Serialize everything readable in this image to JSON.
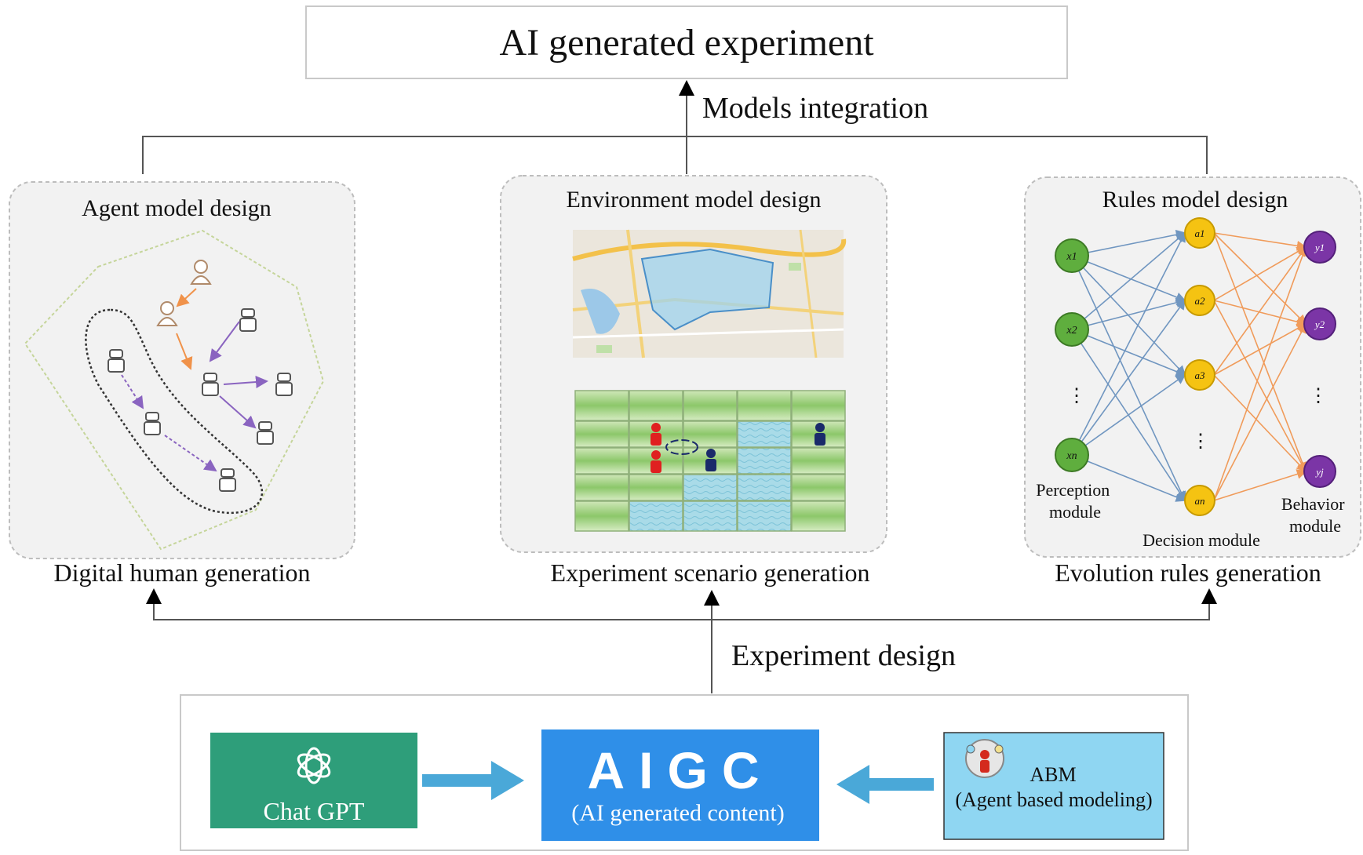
{
  "top_box": {
    "title": "AI generated experiment"
  },
  "connectors": {
    "models_integration": "Models integration",
    "experiment_design": "Experiment design"
  },
  "panels": {
    "agent": {
      "title": "Agent model design",
      "caption": "Digital human generation"
    },
    "environment": {
      "title": "Environment model design",
      "caption": "Experiment scenario generation"
    },
    "rules": {
      "title": "Rules model design",
      "caption": "Evolution rules generation",
      "input_nodes": [
        "x1",
        "x2",
        "xn"
      ],
      "hidden_nodes": [
        "a1",
        "a2",
        "a3",
        "an"
      ],
      "output_nodes": [
        "y1",
        "y2",
        "yj"
      ],
      "dots": "⋮",
      "perception_module": [
        "Perception",
        "module"
      ],
      "decision_module": "Decision module",
      "behavior_module": [
        "Behavior",
        "module"
      ]
    }
  },
  "bottom": {
    "chatgpt_label": "Chat GPT",
    "aigc_title": "AIGC",
    "aigc_subtitle": "(AI generated content)",
    "abm_title": "ABM",
    "abm_subtitle": "(Agent based modeling)"
  },
  "colors": {
    "chatgpt_bg": "#2e9e7a",
    "aigc_bg": "#2f8fe8",
    "abm_bg": "#8fd6f2",
    "blue_arrow": "#4aa8d8",
    "input_node": "#5fae3e",
    "hidden_node": "#f5c312",
    "output_node": "#7b35a6",
    "edge_blue": "#5a86b8",
    "edge_orange": "#f0924a"
  }
}
